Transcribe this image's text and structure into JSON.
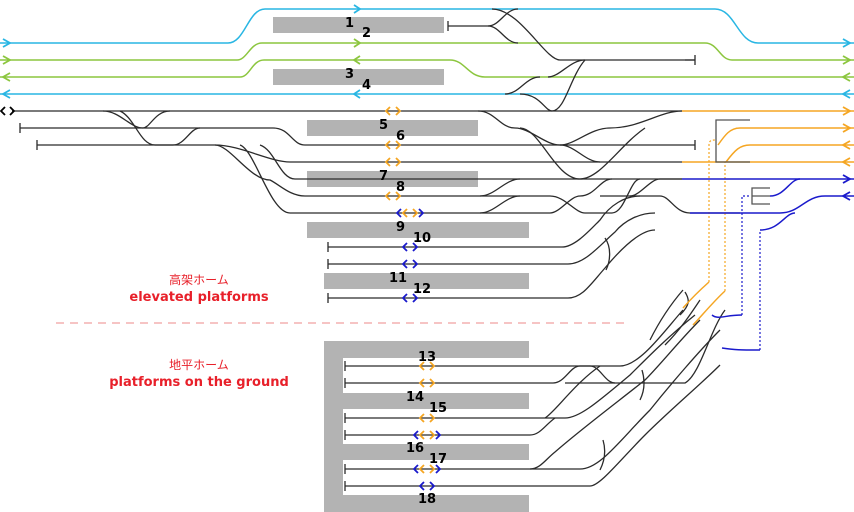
{
  "diagram": {
    "sections": {
      "elevated": {
        "label_jp": "高架ホーム",
        "label_en": "elevated platforms"
      },
      "ground": {
        "label_jp": "地平ホーム",
        "label_en": "platforms on the ground"
      }
    },
    "track_numbers": [
      "1",
      "2",
      "3",
      "4",
      "5",
      "6",
      "7",
      "8",
      "9",
      "10",
      "11",
      "12",
      "13",
      "14",
      "15",
      "16",
      "17",
      "18"
    ],
    "line_colors": {
      "cyan": "#29b6e3",
      "green": "#8cc63f",
      "orange": "#f5a623",
      "blue": "#1a1acc",
      "local": "#2b2b2b",
      "platform": "#b3b3b3",
      "section_label": "#e8202a"
    }
  }
}
